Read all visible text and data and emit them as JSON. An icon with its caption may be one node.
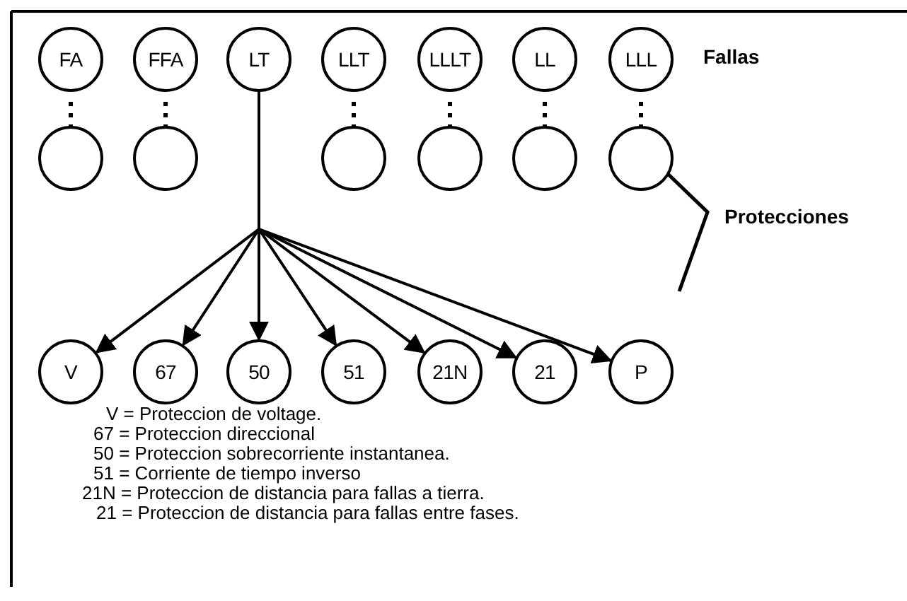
{
  "diagram": {
    "nodes": [
      {
        "text": [
          "FA"
        ]
      },
      {
        "text": [
          "FFA"
        ]
      },
      {
        "text": [
          "LT"
        ]
      },
      {
        "text": [
          "LLT"
        ]
      },
      {
        "text": [
          "LLLT"
        ]
      },
      {
        "text": [
          "LL"
        ]
      },
      {
        "text": [
          "LLL"
        ]
      },
      {
        "text": [],
        "shape": "circle"
      },
      {
        "text": [],
        "shape": "circle"
      },
      {
        "text": [],
        "shape": "circle"
      },
      {
        "text": [],
        "shape": "circle"
      },
      {
        "text": [],
        "shape": "circle"
      },
      {
        "text": [],
        "shape": "circle"
      },
      {
        "text": [
          "V"
        ]
      },
      {
        "text": [
          "67"
        ]
      },
      {
        "text": [
          "50"
        ]
      },
      {
        "text": [
          "51"
        ]
      },
      {
        "text": [
          "21N"
        ]
      },
      {
        "text": [
          "21"
        ]
      },
      {
        "text": [
          "P"
        ]
      }
    ],
    "edges": [
      {
        "from": 2,
        "to": 13,
        "arrow": "to"
      },
      {
        "from": 2,
        "to": 14,
        "arrow": "to"
      },
      {
        "from": 2,
        "to": 15,
        "arrow": "to"
      },
      {
        "from": 2,
        "to": 16,
        "arrow": "to"
      },
      {
        "from": 2,
        "to": 17,
        "arrow": "to"
      },
      {
        "from": 2,
        "to": 18,
        "arrow": "to"
      },
      {
        "from": 2,
        "to": 19,
        "arrow": "to"
      }
    ],
    "labels": [
      "Fallas",
      "Protecciones",
      "V = Proteccion de voltage.",
      "67 = Proteccion direccional",
      "50 = Proteccion sobrecorriente instantanea.",
      "51 = Corriente de tiempo inverso",
      "21N = Proteccion de distancia para fallas a tierra.",
      "21 = Proteccion de distancia para fallas entre fases."
    ]
  }
}
